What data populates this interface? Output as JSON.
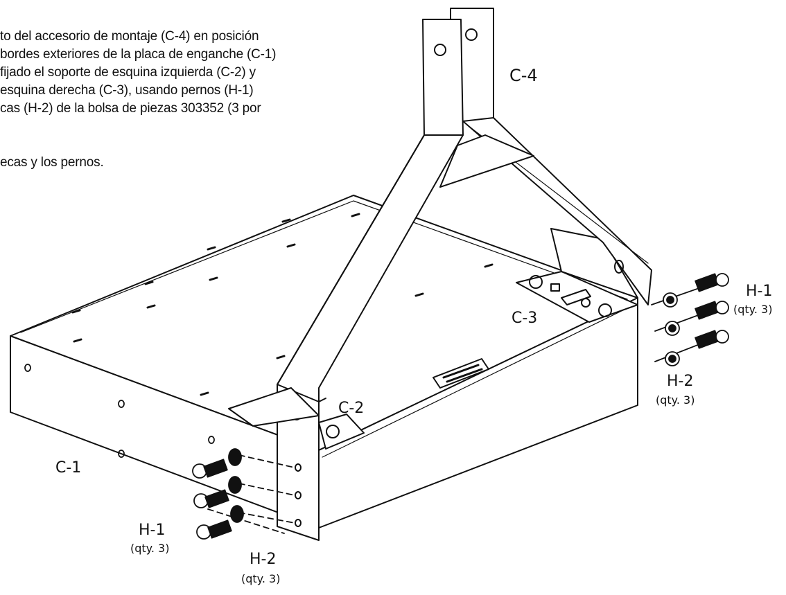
{
  "instructions": {
    "lines": [
      "to del accesorio de montaje (C-4) en posición",
      "bordes exteriores de la placa de enganche (C-1)",
      "fijado el soporte de esquina izquierda (C-2) y",
      "esquina derecha (C-3), usando pernos (H-1)",
      "cas (H-2) de la bolsa de piezas 303352 (3 por"
    ],
    "note": "ecas y los pernos."
  },
  "labels": {
    "c4": "C-4",
    "c3": "C-3",
    "c2": "C-2",
    "c1": "C-1",
    "h1_right": "H-1",
    "h1_right_qty": "(qty. 3)",
    "h2_right": "H-2",
    "h2_right_qty": "(qty. 3)",
    "h1_left": "H-1",
    "h1_left_qty": "(qty. 3)",
    "h2_left": "H-2",
    "h2_left_qty": "(qty. 3)"
  },
  "colors": {
    "ink": "#111111",
    "paper": "#ffffff"
  }
}
